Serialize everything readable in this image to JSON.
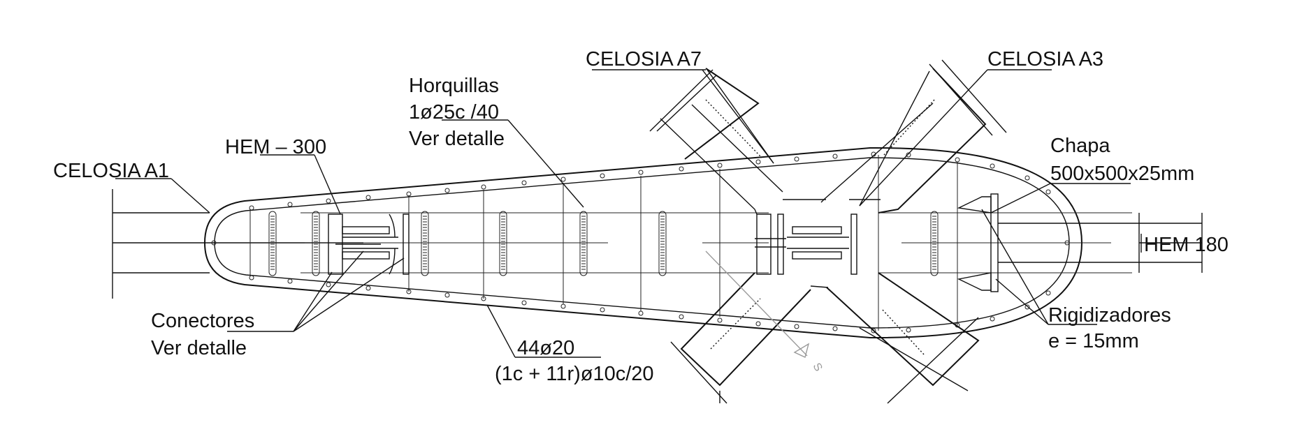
{
  "labels": {
    "celosia_a1": "CELOSIA   A1",
    "celosia_a7": "CELOSIA   A7",
    "celosia_a3": "CELOSIA   A3",
    "hem_300": "HEM – 300",
    "horquillas_1": "Horquillas",
    "horquillas_2": "1ø25c /40",
    "horquillas_3": "Ver detalle",
    "chapa_1": "Chapa",
    "chapa_2": "500x500x25mm",
    "hem_180": "HEM 180",
    "conectores_1": "Conectores",
    "conectores_2": "Ver   detalle",
    "armadura_1": "44ø20",
    "armadura_2": "(1c + 11r)ø10c/20",
    "rigidizadores_1": "Rigidizadores",
    "rigidizadores_2": "e = 15mm",
    "section_mark": "S"
  },
  "colors": {
    "line": "#111111",
    "ghost": "#9a9a9a",
    "background": "#ffffff"
  }
}
